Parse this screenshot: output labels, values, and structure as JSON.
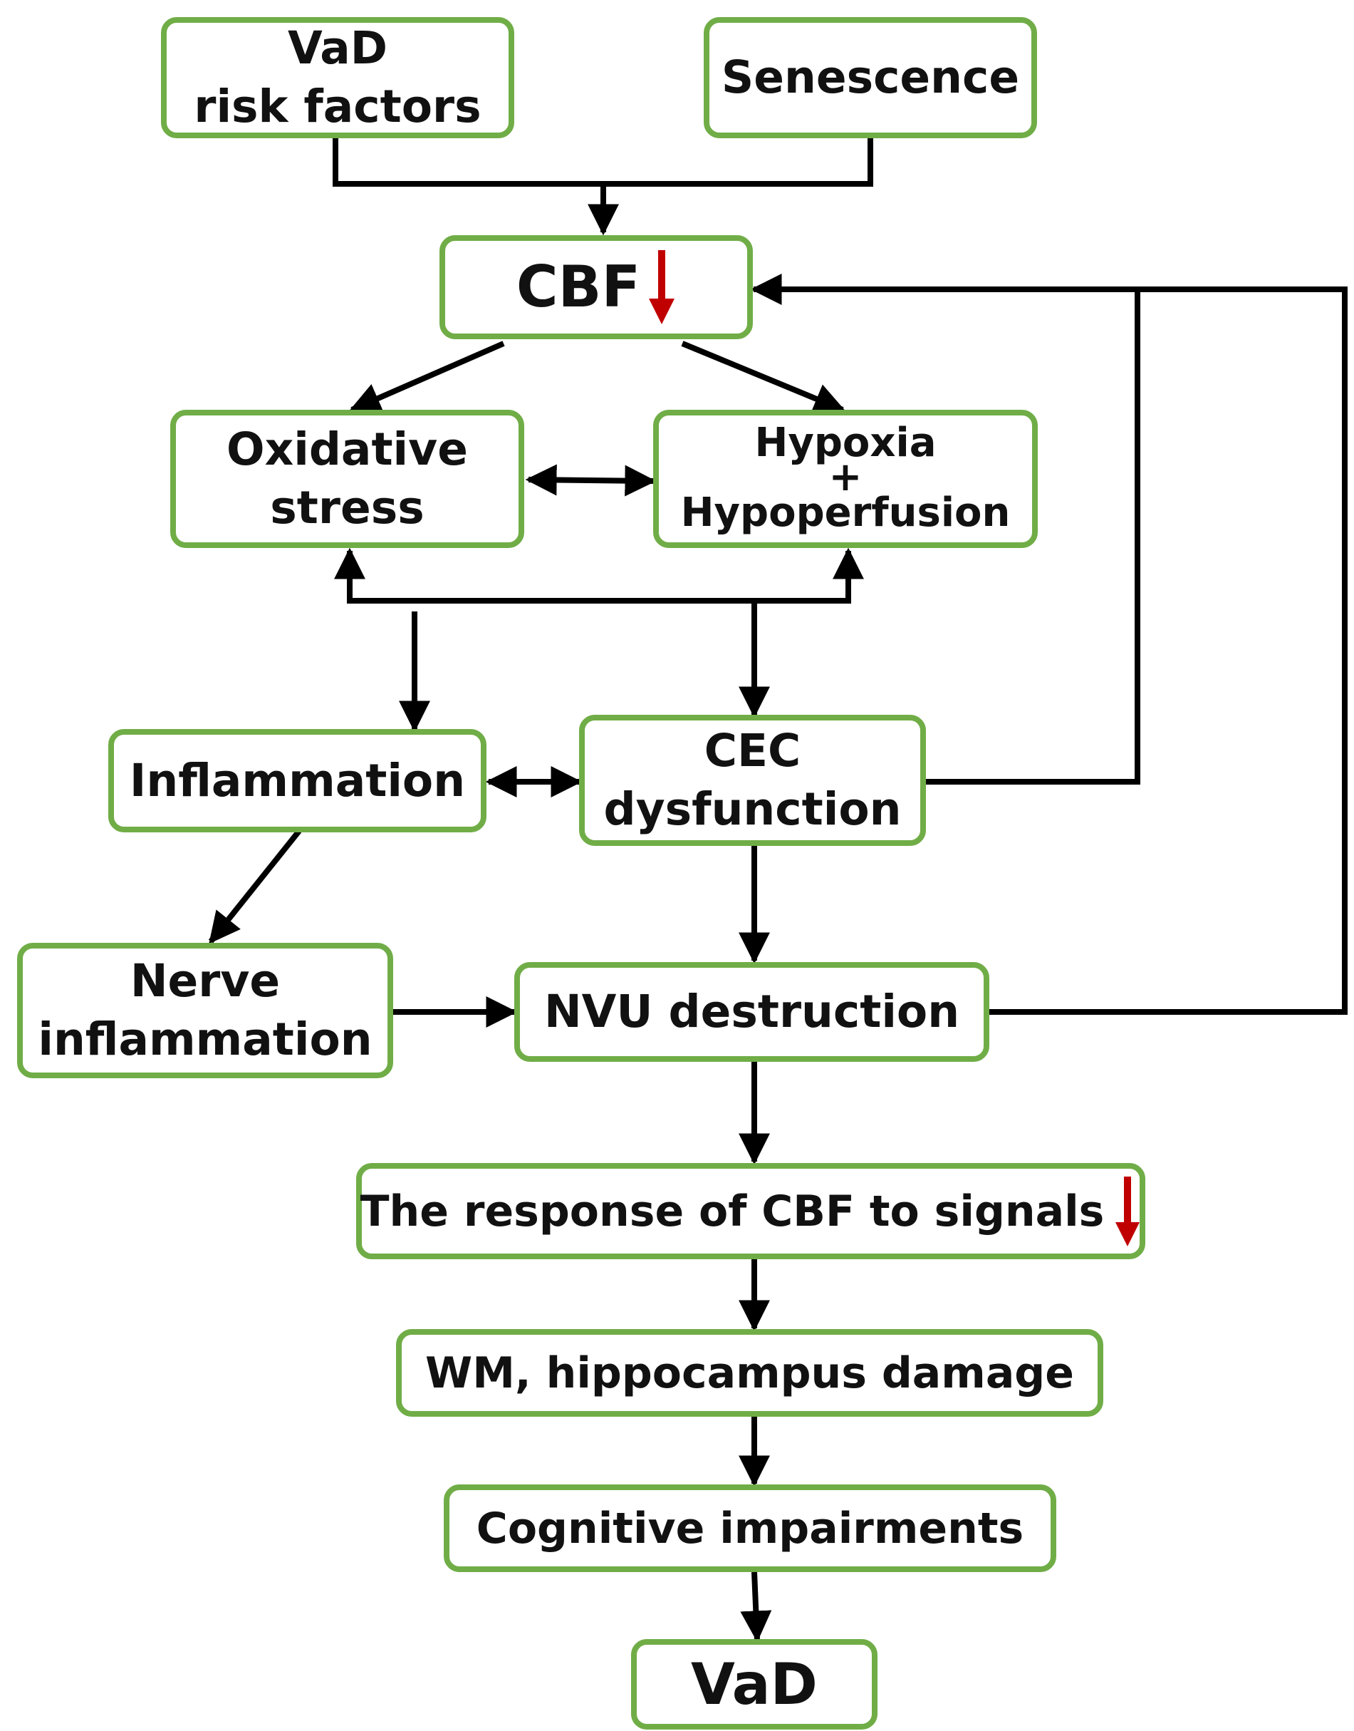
{
  "colors": {
    "box_border": "#70ad47",
    "arrow": "#000000",
    "decrease_arrow": "#c00000"
  },
  "nodes": {
    "vad_risk": {
      "line1": "VaD",
      "line2": "risk factors"
    },
    "senescence": {
      "label": "Senescence"
    },
    "cbf": {
      "label": "CBF",
      "indicator": "down-arrow-icon"
    },
    "oxidative": {
      "line1": "Oxidative",
      "line2": "stress"
    },
    "hypoxia": {
      "line1": "Hypoxia",
      "line2": "+",
      "line3": "Hypoperfusion"
    },
    "inflammation": {
      "label": "Inflammation"
    },
    "cec": {
      "line1": "CEC",
      "line2": "dysfunction"
    },
    "nerve": {
      "line1": "Nerve",
      "line2": "inflammation"
    },
    "nvu": {
      "label": "NVU destruction"
    },
    "response": {
      "label": "The response of CBF to signals",
      "indicator": "down-arrow-icon"
    },
    "wm": {
      "label": "WM, hippocampus damage"
    },
    "cognitive": {
      "label": "Cognitive impairments"
    },
    "vad": {
      "label": "VaD"
    }
  }
}
